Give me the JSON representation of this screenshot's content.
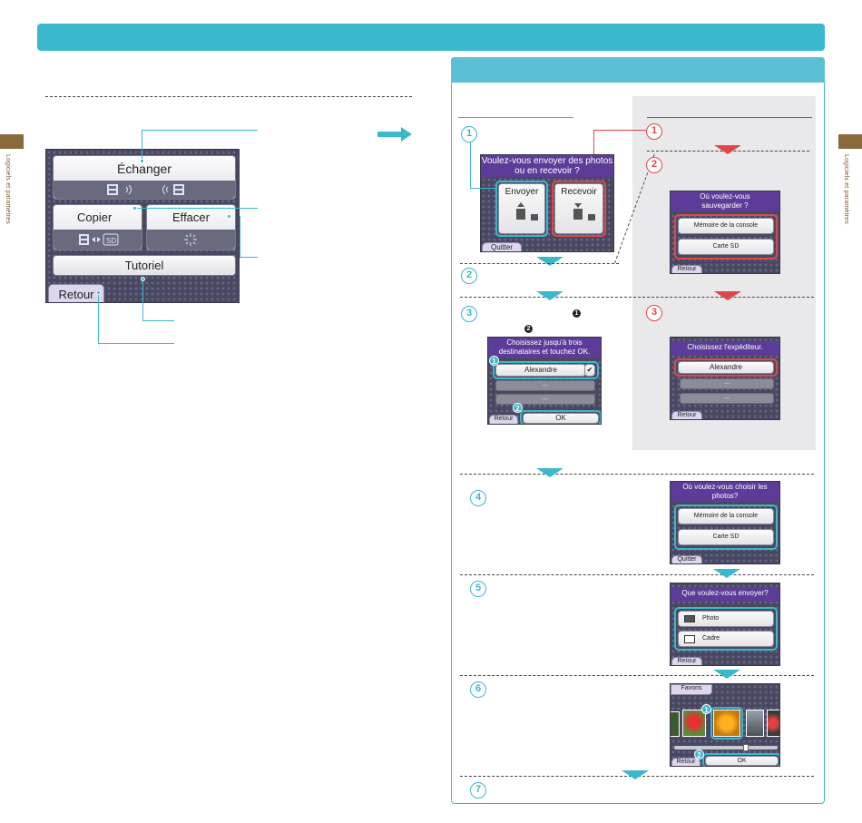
{
  "side_label": "Logiciels et paramètres",
  "main_menu": {
    "echanger": "Échanger",
    "copier": "Copier",
    "effacer": "Effacer",
    "tutoriel": "Tutoriel",
    "retour": "Retour",
    "sd_label": "SD"
  },
  "screen1": {
    "title": "Voulez-vous envoyer des photos ou en recevoir ?",
    "envoyer": "Envoyer",
    "recevoir": "Recevoir",
    "quitter": "Quitter"
  },
  "screen_save": {
    "title": "Où voulez-vous sauvegarder ?",
    "option1": "Mémoire de la console",
    "option2": "Carte SD",
    "retour": "Retour"
  },
  "screen_recipients": {
    "title": "Choisissez jusqu'à trois destinataires et touchez OK.",
    "name": "Alexandre",
    "slot_mark": "---",
    "check": "✔",
    "retour": "Retour",
    "ok": "OK"
  },
  "screen_sender": {
    "title": "Choisissez l'expéditeur.",
    "name": "Alexandre",
    "slot_mark": "---",
    "retour": "Retour"
  },
  "screen_choose": {
    "title": "Où voulez-vous choisir les photos?",
    "option1": "Mémoire de la console",
    "option2": "Carte SD",
    "quitter": "Quitter"
  },
  "screen_send_what": {
    "title": "Que voulez-vous envoyer?",
    "option1": "Photo",
    "option2": "Cadre",
    "retour": "Retour"
  },
  "screen_gallery": {
    "tab": "Favoris",
    "retour": "Retour",
    "ok": "OK"
  },
  "steps_left": [
    "1",
    "2",
    "3",
    "4",
    "5",
    "6",
    "7"
  ],
  "steps_right": [
    "1",
    "2",
    "3"
  ],
  "badges": {
    "one": "1",
    "two": "2"
  },
  "colors": {
    "accent": "#3ab8cc",
    "red": "#e04848",
    "purple": "#5c3c98",
    "brown": "#8a6a3c"
  }
}
